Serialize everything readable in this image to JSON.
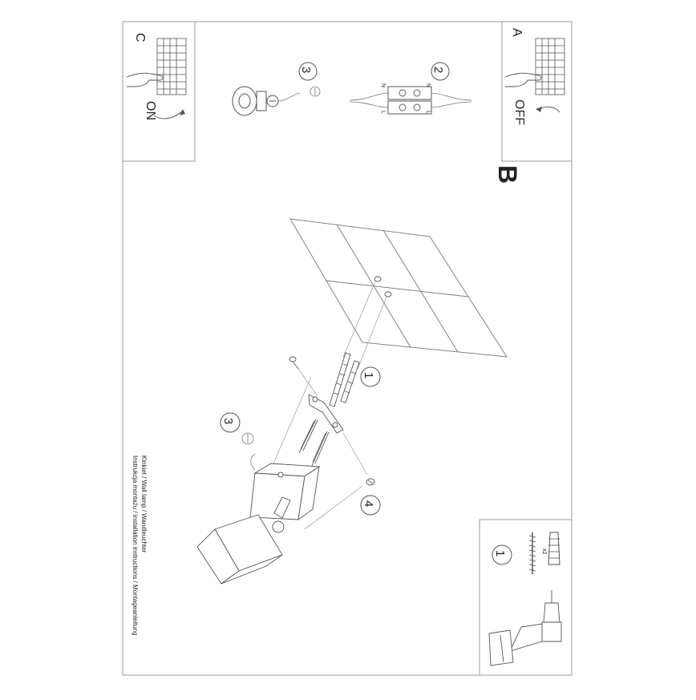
{
  "panels": {
    "a": {
      "letter": "A",
      "label": "OFF"
    },
    "c": {
      "letter": "C",
      "label": "ON"
    },
    "b": {
      "letter": "B"
    }
  },
  "steps": {
    "one": "1",
    "two": "2",
    "three": "3",
    "four": "4"
  },
  "wiring": {
    "n": "N",
    "l": "L"
  },
  "parts_box": {
    "step": "1",
    "qty": "x2"
  },
  "caption": {
    "line1": "Instrukcja montażu / installation instructions / Montageanleitung",
    "line2": "Kinkiet / Wall lamp / Wandleuchter"
  }
}
